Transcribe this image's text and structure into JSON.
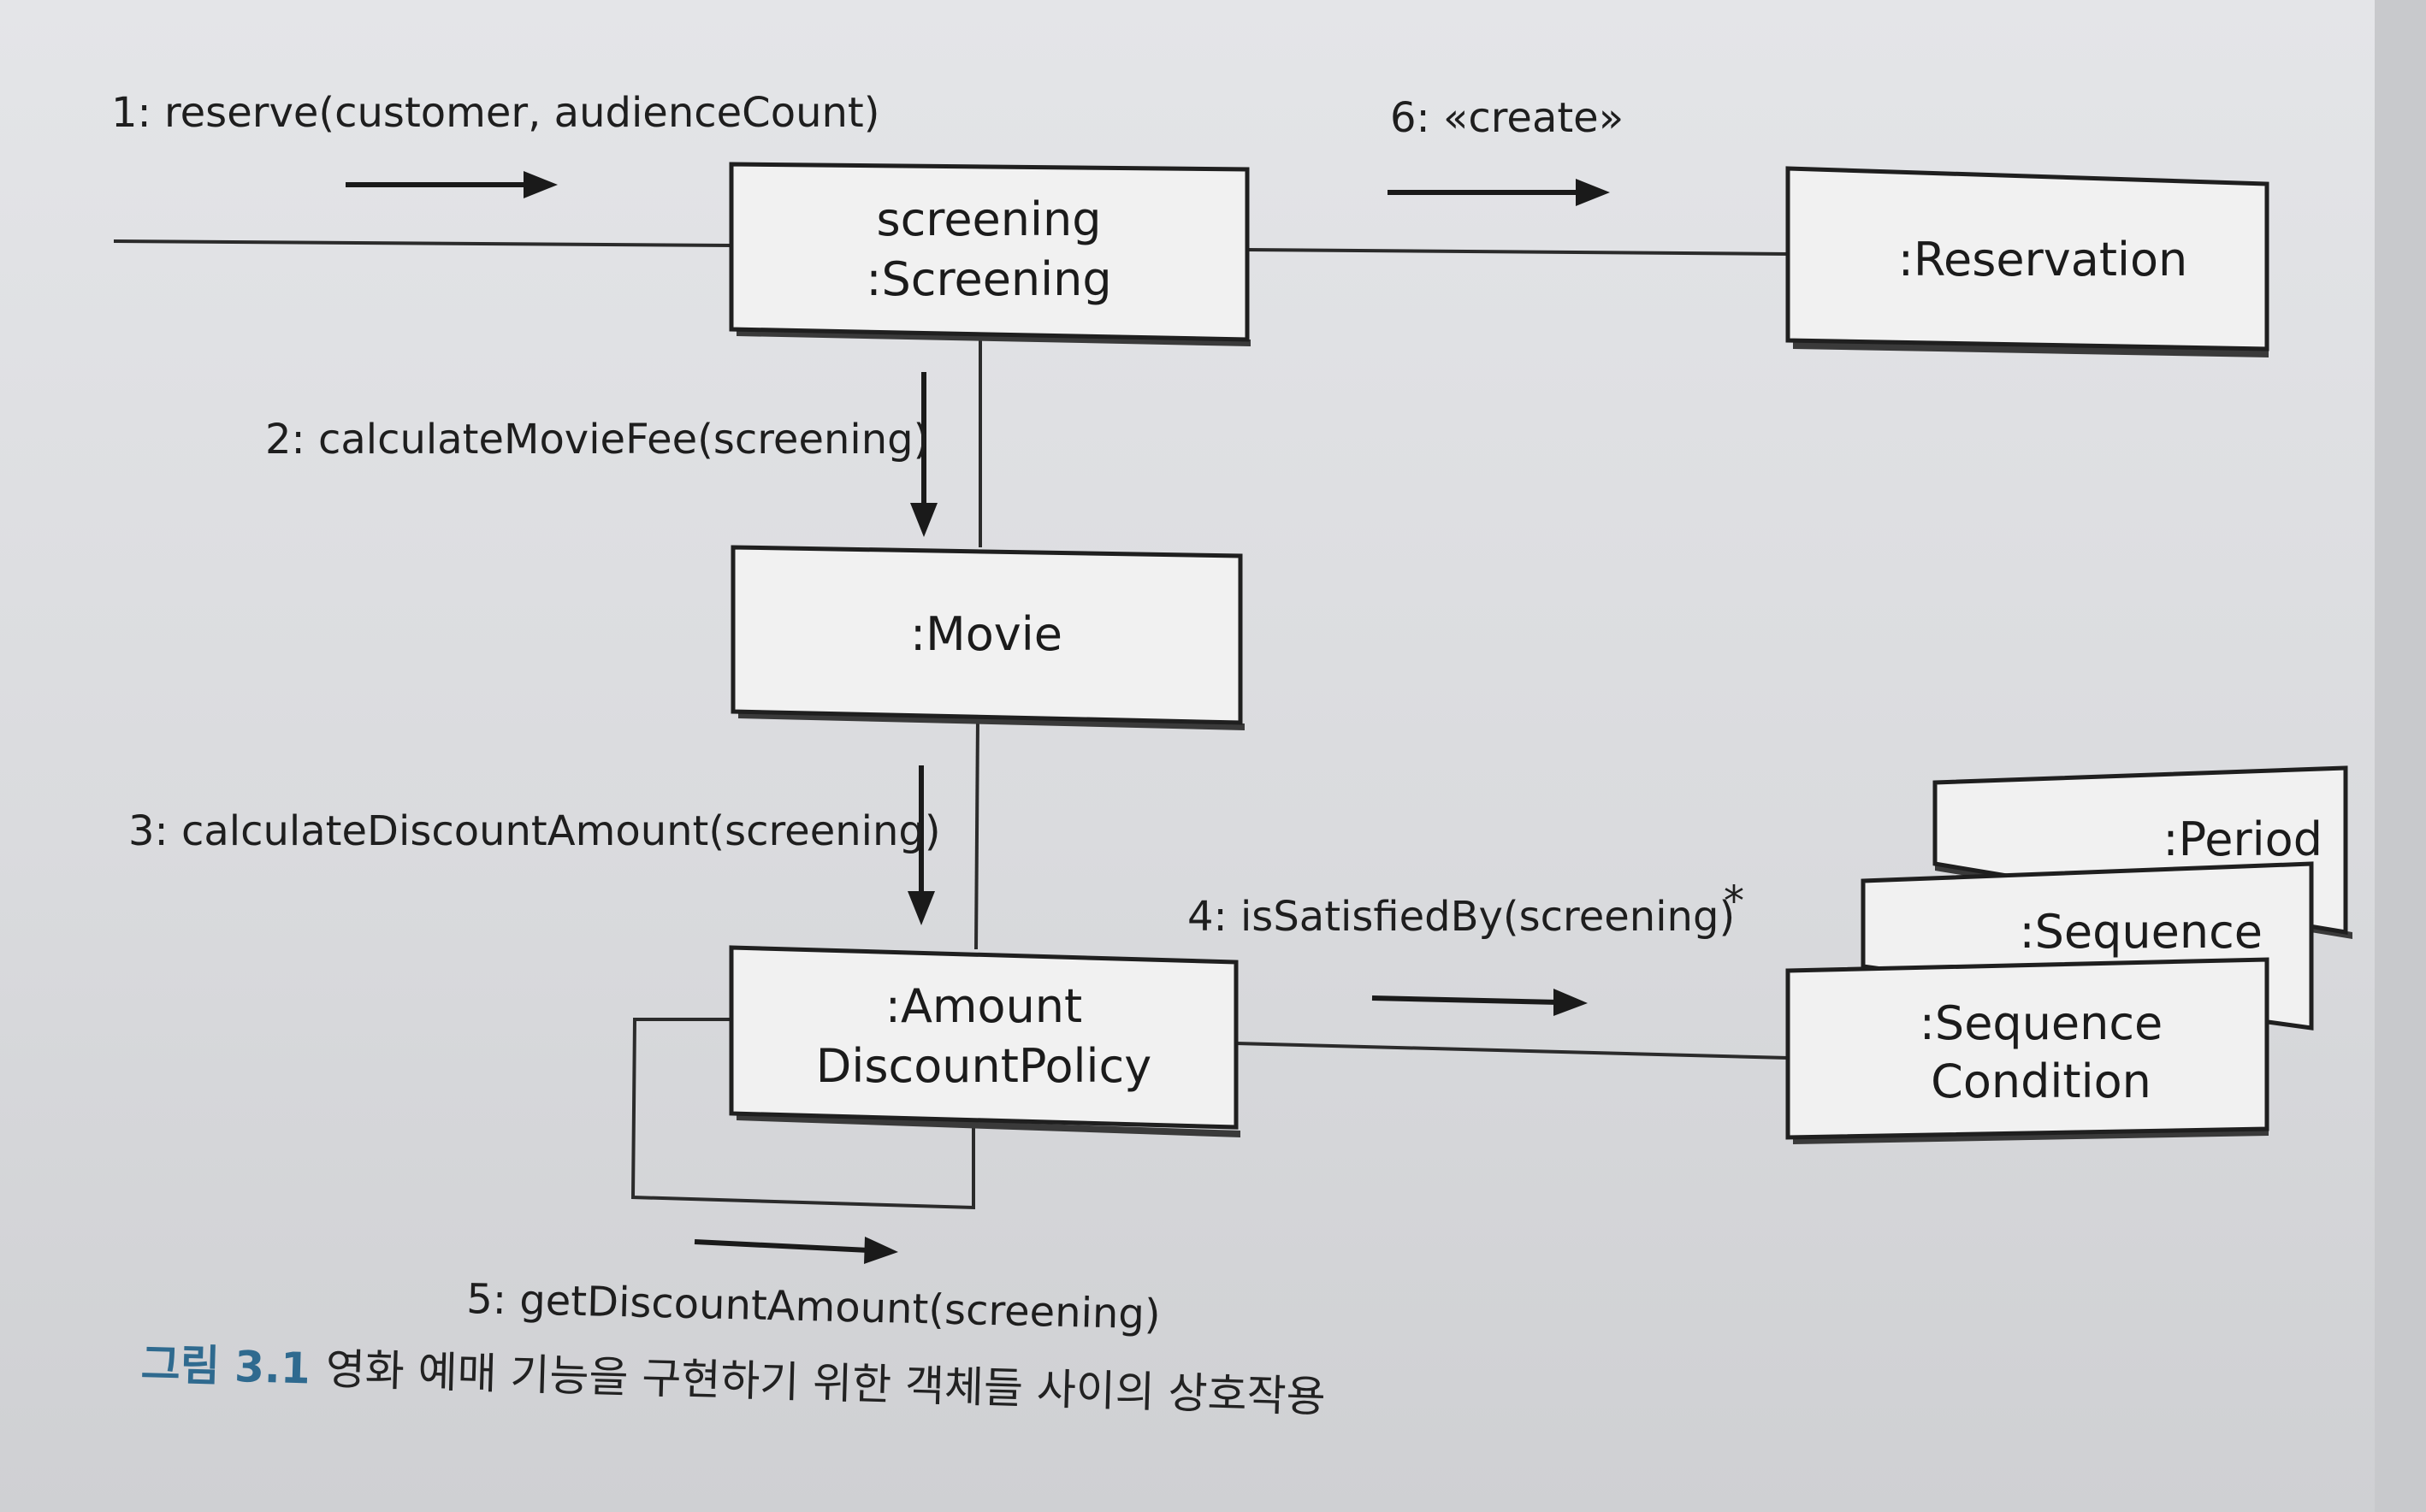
{
  "objects": {
    "screening": {
      "line1": "screening",
      "line2": ":Screening"
    },
    "reservation": {
      "label": ":Reservation"
    },
    "movie": {
      "label": ":Movie"
    },
    "amount_discount_policy": {
      "line1": ":Amount",
      "line2": "DiscountPolicy"
    },
    "period": {
      "label": ":Period"
    },
    "sequence": {
      "label": ":Sequence"
    },
    "sequence_condition": {
      "line1": ":Sequence",
      "line2": "Condition"
    }
  },
  "messages": {
    "m1": "1: reserve(customer, audienceCount)",
    "m2": "2: calculateMovieFee(screening)",
    "m3": "3: calculateDiscountAmount(screening)",
    "m4": "4: isSatisfiedBy(screening)",
    "m4_multiplicity": "*",
    "m5": "5: getDiscountAmount(screening)",
    "m6": "6: «create»"
  },
  "caption": {
    "label": "그림 3.1",
    "text": "영화 예매 기능을 구현하기 위한 객체들 사이의 상호작용"
  }
}
